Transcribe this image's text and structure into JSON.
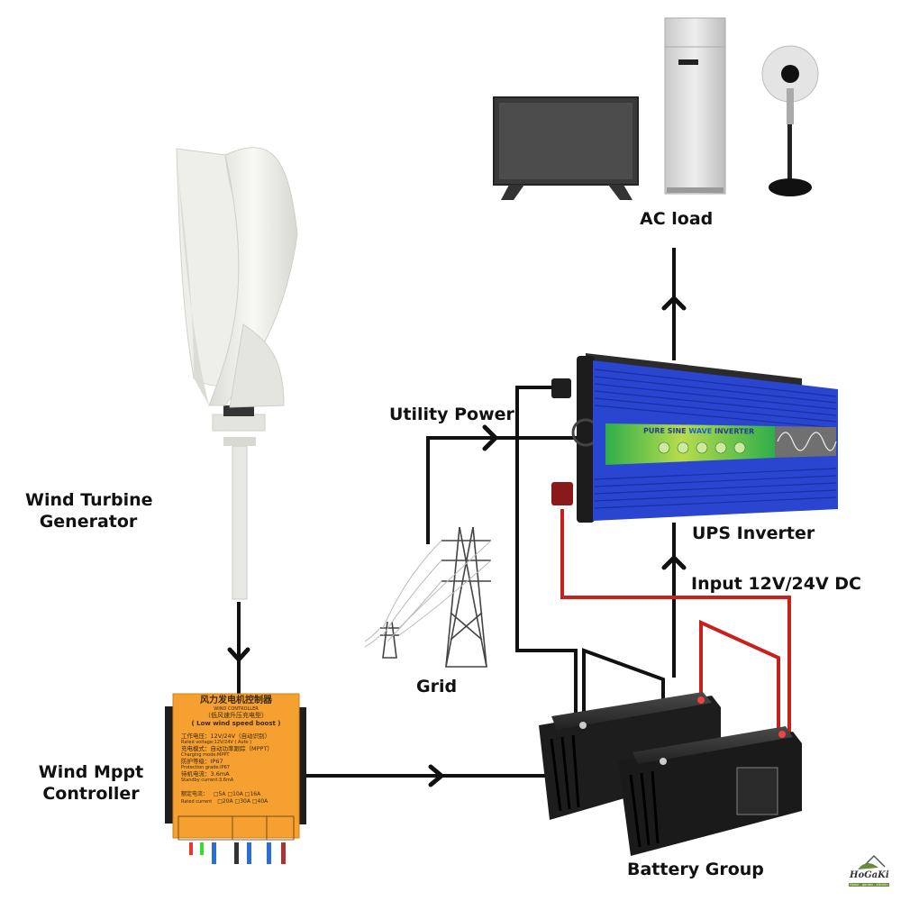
{
  "title": "Wind power UPS inverter system diagram",
  "labels": {
    "wind_turbine": [
      "Wind Turbine",
      "Generator"
    ],
    "controller": [
      "Wind Mppt",
      "Controller"
    ],
    "utility_power": "Utility Power",
    "grid": "Grid",
    "ups_inverter": "UPS Inverter",
    "input": "Input 12V/24V DC",
    "ac_load": "AC load",
    "battery_group": "Battery Group"
  },
  "inverter_panel": {
    "brand_text_1": "PURE SINE ",
    "brand_text_2": "WAVE",
    "brand_text_3": " INVERTER"
  },
  "controller_panel": {
    "title_cn": "风力发电机控制器",
    "title_en": "WIND CONTROLLER",
    "subtitle_cn": "（低风速升压充电型）",
    "subtitle_en": "( Low wind speed boost )",
    "lines": [
      "工作电压：12V/24V（自动识别）",
      "Rated voltage:12V/24V ( Auto )",
      "充电模式：自动功率跟踪（MPPT）",
      "Charging mode:MPPT",
      "防护等级：IP67",
      "Protection grade:IP67",
      "待机电流：3.6mA",
      "Standby current:3.6mA"
    ],
    "rated_current_cn": "额定电流：",
    "rated_current_en": "Rated current",
    "current_options": [
      "5A",
      "10A",
      "16A",
      "20A",
      "30A",
      "40A"
    ]
  },
  "logo": {
    "name": "HoGaKi",
    "tagline": "Home - garden - kitchen"
  },
  "colors": {
    "wire_black": "#111111",
    "wire_red": "#c8201c",
    "controller_orange": "#f5a030",
    "inverter_blue": "#2a45d0",
    "inverter_label_green": "#3cb54a"
  }
}
